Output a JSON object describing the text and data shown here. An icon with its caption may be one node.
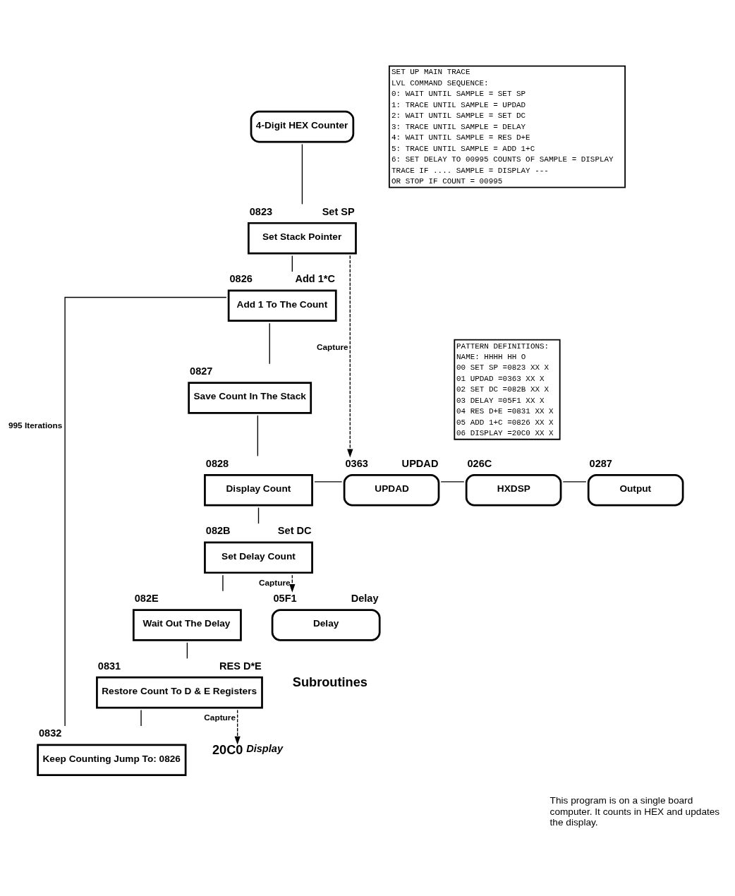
{
  "diagram": {
    "nodes": [
      {
        "text": [
          "4-Digit HEX Counter"
        ]
      },
      {
        "text": [
          "Set Stack Pointer"
        ],
        "beside": [
          "0823",
          "Set SP"
        ]
      },
      {
        "text": [
          "Add 1 To The Count"
        ],
        "beside": [
          "0826",
          "Add 1*C"
        ]
      },
      {
        "text": [
          "Save Count In The Stack"
        ],
        "beside": [
          "0827"
        ]
      },
      {
        "text": [
          "Display Count"
        ],
        "beside": [
          "0828"
        ]
      },
      {
        "text": [
          "Set Delay Count"
        ],
        "beside": [
          "082B",
          "Set DC"
        ]
      },
      {
        "text": [
          "Wait Out The Delay"
        ],
        "beside": [
          "082E"
        ]
      },
      {
        "text": [
          "Restore Count To D & E Registers"
        ],
        "beside": [
          "0831",
          "RES D*E"
        ]
      },
      {
        "text": [
          "Keep Counting Jump To: 0826"
        ],
        "beside": [
          "0832"
        ]
      },
      {
        "text": [
          "UPDAD"
        ],
        "beside": [
          "0363",
          "UPDAD"
        ]
      },
      {
        "text": [
          "HXDSP"
        ],
        "beside": [
          "026C"
        ]
      },
      {
        "text": [
          "Output"
        ],
        "beside": [
          "0287"
        ]
      },
      {
        "text": [
          "Delay"
        ],
        "beside": [
          "05F1",
          "Delay"
        ]
      },
      {
        "text": [
          "20C0"
        ],
        "beside": [
          "Display"
        ]
      },
      {
        "text": [
          "SET UP MAIN TRACE",
          "LVL COMMAND SEQUENCE:",
          "0: WAIT UNTIL SAMPLE = SET SP",
          "1: TRACE UNTIL SAMPLE = UPDAD",
          "2: WAIT UNTIL SAMPLE = SET DC",
          "3: TRACE UNTIL SAMPLE = DELAY",
          "4: WAIT UNTIL SAMPLE = RES D+E",
          "5: TRACE UNTIL SAMPLE = ADD 1+C",
          "6: SET DELAY TO 00995 COUNTS OF SAMPLE = DISPLAY",
          "TRACE IF .... SAMPLE = DISPLAY ---",
          "OR STOP IF COUNT = 00995"
        ]
      },
      {
        "text": [
          "PATTERN DEFINITIONS:",
          "NAME: HHHH HH O",
          "00 SET SP =0823 XX X",
          "01 UPDAD =0363 XX X",
          "02 SET DC =082B XX X",
          "03 DELAY =05F1 XX X",
          "04 RES D+E =0831 XX X",
          "05 ADD 1+C =0826 XX X",
          "06 DISPLAY =20C0 XX X"
        ]
      }
    ],
    "edges": [
      {
        "from": 0,
        "to": 1,
        "arrow": "none"
      },
      {
        "from": 1,
        "to": 2,
        "arrow": "none"
      },
      {
        "from": 2,
        "to": 3,
        "arrow": "none"
      },
      {
        "from": 3,
        "to": 4,
        "arrow": "none"
      },
      {
        "from": 4,
        "to": 5,
        "arrow": "none"
      },
      {
        "from": 5,
        "to": 6,
        "arrow": "none"
      },
      {
        "from": 6,
        "to": 7,
        "arrow": "none"
      },
      {
        "from": 7,
        "to": 8,
        "arrow": "none"
      },
      {
        "from": 8,
        "to": 2,
        "arrow": "none",
        "label": "995 Iterations"
      },
      {
        "from": 1,
        "to": 9,
        "arrow": "to",
        "style": "dashed",
        "label": "Capture"
      },
      {
        "from": 4,
        "to": 9,
        "arrow": "none"
      },
      {
        "from": 9,
        "to": 10,
        "arrow": "none"
      },
      {
        "from": 10,
        "to": 11,
        "arrow": "none"
      },
      {
        "from": 5,
        "to": 12,
        "arrow": "to",
        "style": "dashed",
        "label": "Capture"
      },
      {
        "from": 7,
        "to": 13,
        "arrow": "to",
        "style": "dashed",
        "label": "Capture"
      }
    ],
    "labels": [
      "Subroutines",
      "This program is on a single board computer. It counts in HEX and updates the display."
    ]
  }
}
